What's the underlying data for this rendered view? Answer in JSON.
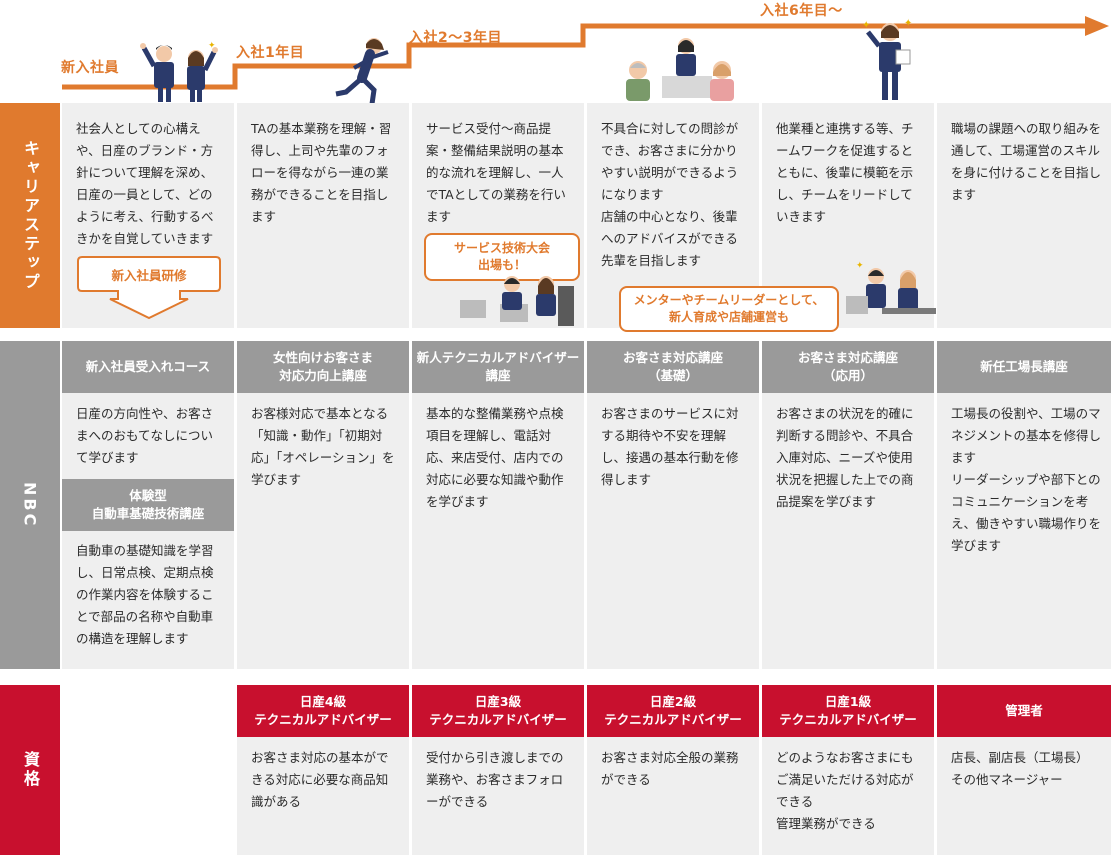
{
  "steps": [
    "新入社員",
    "入社1年目",
    "入社2〜3年目",
    "入社6年目〜"
  ],
  "rows": {
    "career": "キャリアステップ",
    "nbc": "NBC",
    "qualification": "資格"
  },
  "career": [
    "社会人としての心構えや、日産のブランド・方針について理解を深め、日産の一員として、どのように考え、行動するべきかを自覚していきます",
    "TAの基本業務を理解・習得し、上司や先輩のフォローを得ながら一連の業務ができることを目指します",
    "サービス受付〜商品提案・整備結果説明の基本的な流れを理解し、一人でTAとしての業務を行います",
    "不具合に対しての問診ができ、お客さまに分かりやすい説明ができるようになります\n店舗の中心となり、後輩へのアドバイスができる先輩を目指します",
    "他業種と連携する等、チームワークを促進するとともに、後輩に模範を示し、チームをリードしていきます",
    "職場の課題への取り組みを通して、工場運営のスキルを身に付けることを目指します"
  ],
  "callouts": {
    "training": "新入社員研修",
    "contest": "サービス技術大会\n出場も！",
    "mentor": "メンターやチームリーダーとして、\n新人育成や店舗運営も"
  },
  "nbc": {
    "headers": [
      "新入社員受入れコース",
      "女性向けお客さま\n対応力向上講座",
      "新人テクニカルアドバイザー\n講座",
      "お客さま対応講座\n（基礎）",
      "お客さま対応講座\n（応用）",
      "新任工場長講座"
    ],
    "texts": [
      "日産の方向性や、お客さまへのおもてなしについて学びます",
      "お客様対応で基本となる「知識・動作」「初期対応」「オペレーション」を学びます",
      "基本的な整備業務や点検項目を理解し、電話対応、来店受付、店内での対応に必要な知識や動作を学びます",
      "お客さまのサービスに対する期待や不安を理解し、接遇の基本行動を修得します",
      "お客さまの状況を的確に判断する問診や、不具合入庫対応、ニーズや使用状況を把握した上での商品提案を学びます",
      "工場長の役割や、工場のマネジメントの基本を修得します\nリーダーシップや部下とのコミュニケーションを考え、働きやすい職場作りを学びます"
    ],
    "sub_header": "体験型\n自動車基礎技術講座",
    "sub_text": "自動車の基礎知識を学習し、日常点検、定期点検の作業内容を体験することで部品の名称や自動車の構造を理解します"
  },
  "qual": {
    "headers": [
      "日産4級\nテクニカルアドバイザー",
      "日産3級\nテクニカルアドバイザー",
      "日産2級\nテクニカルアドバイザー",
      "日産1級\nテクニカルアドバイザー",
      "管理者"
    ],
    "texts": [
      "お客さま対応の基本ができる対応に必要な商品知識がある",
      "受付から引き渡しまでの業務や、お客さまフォローができる",
      "お客さま対応全般の業務ができる",
      "どのようなお客さまにもご満足いただける対応ができる\n管理業務ができる",
      "店長、副店長（工場長）\nその他マネージャー"
    ]
  },
  "colors": {
    "orange": "#e07a2e",
    "gray": "#9a9a9a",
    "red": "#c8102e",
    "cell": "#efefef"
  }
}
